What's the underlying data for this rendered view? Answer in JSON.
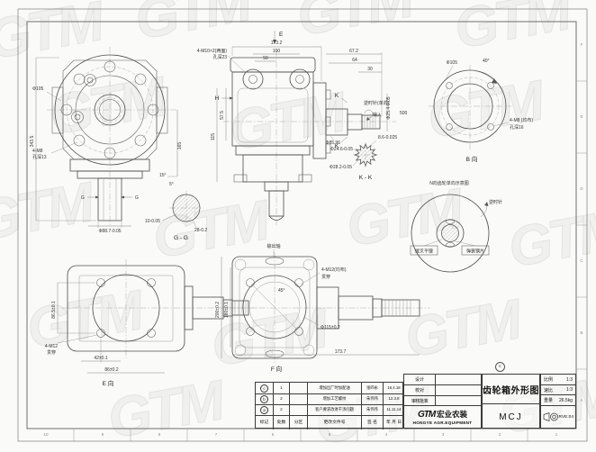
{
  "sheet": {
    "watermark_text": "GTM",
    "grid_numbers": [
      "10",
      "9",
      "8",
      "7",
      "6",
      "5",
      "4",
      "3",
      "2",
      "1"
    ],
    "grid_letters": [
      "F",
      "E",
      "D",
      "C",
      "B",
      "A"
    ]
  },
  "views": {
    "front": {
      "dia_label": "Φ105",
      "overall_height": "343.5",
      "holes_line1": "4-M8",
      "holes_line2": "孔深13",
      "dim_165": "165",
      "g_left": "G",
      "g_right": "G",
      "shaft_dia": "Φ88.7-0.05",
      "angle_15": "15°",
      "angle_5": "5°"
    },
    "gg": {
      "caption": "G - G",
      "dim_width": "10-0.05",
      "dim_dia": "28-0.2"
    },
    "side": {
      "e_mark": "E",
      "dim_total": "173.2",
      "dim_100": "100",
      "dim_50": "50",
      "boss_line1": "4-M10×2(两面)",
      "boss_line2": "孔深23",
      "h_mark": "H",
      "dim_57": "57.5",
      "dim_115": "115",
      "dim_67": "67.2",
      "dim_64": "64",
      "dim_30": "30",
      "spline_dia": "Φ25.4-0.05",
      "k_top": "K",
      "k_bottom": "K",
      "rotation_note": "逆时针(单向)",
      "input_label": "输入",
      "speed": "500",
      "seal_dia": "Φ85.96"
    },
    "kk": {
      "caption": "K - K",
      "dim_tooth": "8.6-0.025",
      "dia_minor": "Φ24.6-0.05",
      "dia_major": "Φ28.2-0.05"
    },
    "b": {
      "caption": "B 向",
      "dia": "Φ105",
      "angle": "40°",
      "holes_line1": "4-M8 (均布)",
      "holes_line2": "孔深16"
    },
    "detail": {
      "title": "N向齿轮单向示意图",
      "ccw": "逆时针",
      "label_key": "拨叉平键",
      "label_spring": "弹簧钢片"
    },
    "e": {
      "caption": "E 向",
      "dim_side": "86.5±0.1",
      "dim_42": "42±0.1",
      "dim_86": "86±0.2",
      "holes_line1": "4-M12",
      "holes_line2": "贯穿"
    },
    "f": {
      "caption": "F 向",
      "output": "输出轴",
      "holes_line1": "4-M12(均布)",
      "holes_line2": "贯穿",
      "angle": "45°",
      "dia": "Φ115±0.2",
      "dim_200": "200±0.2",
      "dim_180": "180±0.1",
      "dim_length": "173.7"
    }
  },
  "revision_table": {
    "headers": {
      "mark": "标记",
      "count": "处数",
      "zone": "分区",
      "doc": "更改文件号",
      "sign": "签 名",
      "date": "年 月 日"
    },
    "rows": [
      {
        "mark": "c",
        "count": "1",
        "zone": "",
        "doc": "增加出厂时加配油",
        "sign": "张四永",
        "date": "16.4.18"
      },
      {
        "mark": "b",
        "count": "2",
        "zone": "",
        "doc": "增加工艺螺纹",
        "sign": "朱伟伟",
        "date": "12.3.8"
      },
      {
        "mark": "a",
        "count": "2",
        "zone": "",
        "doc": "客户要求改进干涉问题",
        "sign": "朱伟伟",
        "date": "11.11.14"
      }
    ]
  },
  "title_block": {
    "revision_mark": "c",
    "design_label": "设计",
    "check_label": "校对",
    "approve_label": "审核批准",
    "brand": "GTM",
    "brand_cn": "宏业农装",
    "brand_en": "HONGYE AGR.EQUIPMENT",
    "title": "齿轮箱外形图",
    "model": "MCJ",
    "scale_label": "比例",
    "scale_value": "1:3",
    "ratio_label": "速比",
    "ratio_value": "1:3",
    "weight_label": "重量",
    "weight_value": "26.5kg",
    "code": "RVE:04"
  }
}
